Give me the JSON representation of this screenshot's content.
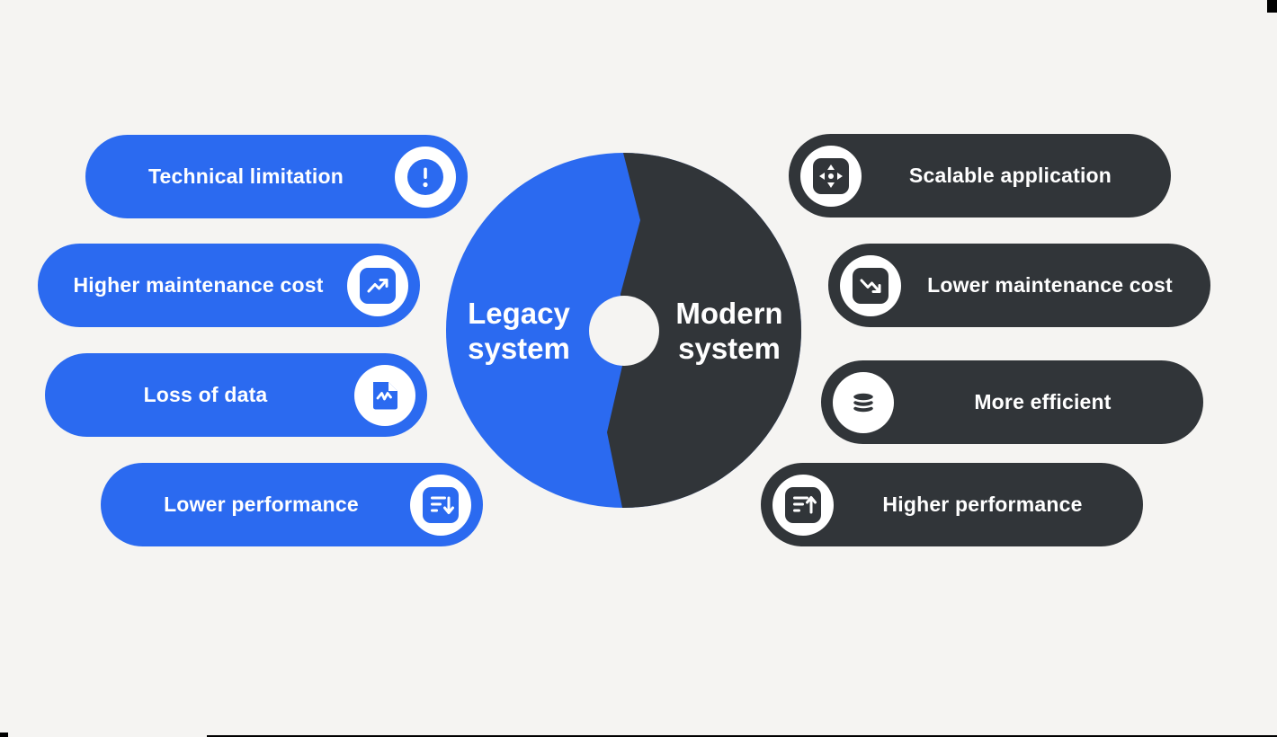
{
  "colors": {
    "bg": "#F5F4F2",
    "blue": "#2B6AF0",
    "dark": "#313539",
    "white": "#FFFFFF"
  },
  "diagram": {
    "center": {
      "left_label": "Legacy system",
      "right_label": "Modern system"
    },
    "left_items": [
      {
        "label": "Technical limitation",
        "icon": "exclamation-icon"
      },
      {
        "label": "Higher maintenance cost",
        "icon": "trending-up-icon"
      },
      {
        "label": "Loss of data",
        "icon": "data-loss-file-icon"
      },
      {
        "label": "Lower performance",
        "icon": "sort-descending-icon"
      }
    ],
    "right_items": [
      {
        "label": "Scalable application",
        "icon": "scale-move-icon"
      },
      {
        "label": "Lower maintenance cost",
        "icon": "trending-down-icon"
      },
      {
        "label": "More efficient",
        "icon": "database-icon"
      },
      {
        "label": "Higher performance",
        "icon": "sort-ascending-icon"
      }
    ]
  }
}
